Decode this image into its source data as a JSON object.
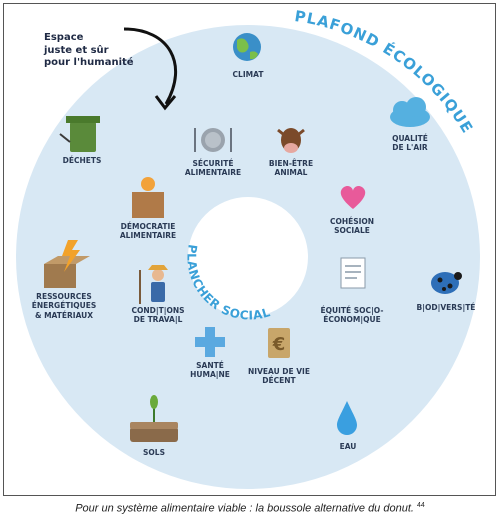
{
  "outer_ring_title": "PLAFOND ÉCOLOGIQUE",
  "inner_ring_title": "PLANCHER SOCIAL",
  "safe_space_note": "Espace\njuste et sûr\npour l'humanité",
  "labels": {
    "climat": "CLIMAT",
    "qualite_air": "QUALITÉ\nDE L'AIR",
    "biodiversite": "B|OD|VERS|TÉ",
    "eau": "EAU",
    "sols": "SOLS",
    "ressources": "RESSOURCES\nÉNERGÉTIQUES\n& MATÉRIAUX",
    "dechets": "DÉCHETS",
    "securite": "SÉCURITÉ\nALIMENTAIRE",
    "bien_etre": "BIEN-ÊTRE\nANIMAL",
    "cohesion": "COHÉSION\nSOCIALE",
    "equite": "ÉQUITÉ SOC|O-\nÉCONOM|QUE",
    "niveau_vie": "NIVEAU DE VIE\nDÉCENT",
    "sante": "SANTÉ\nHUMA|NE",
    "conditions": "COND|T|ONS\nDE TRAVA|L",
    "democratie": "DÉMOCRATIE\nALIMENTAIRE"
  },
  "caption": "Pour un système alimentaire viable : la boussole alternative du donut.",
  "footnote": "44",
  "colors": {
    "donut": "#d8e8f4",
    "title": "#3aa0d8",
    "text": "#2a3a55"
  }
}
